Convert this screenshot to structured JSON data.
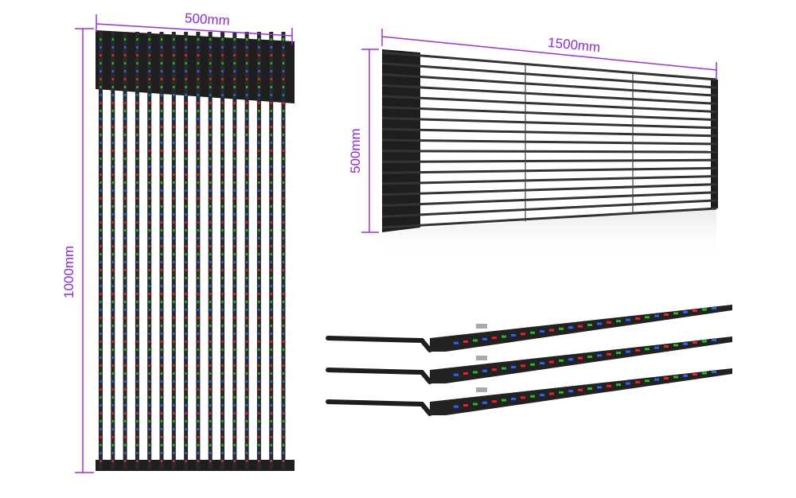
{
  "colors": {
    "dimension": "#9b30e0",
    "panel": "#1e1e1e"
  },
  "panel_front": {
    "width_label": "500mm",
    "height_label": "1000mm",
    "strip_count": 16
  },
  "panel_wide": {
    "width_label": "1500mm",
    "height_label": "500mm",
    "strip_count": 17
  },
  "strips": {
    "count": 3
  }
}
